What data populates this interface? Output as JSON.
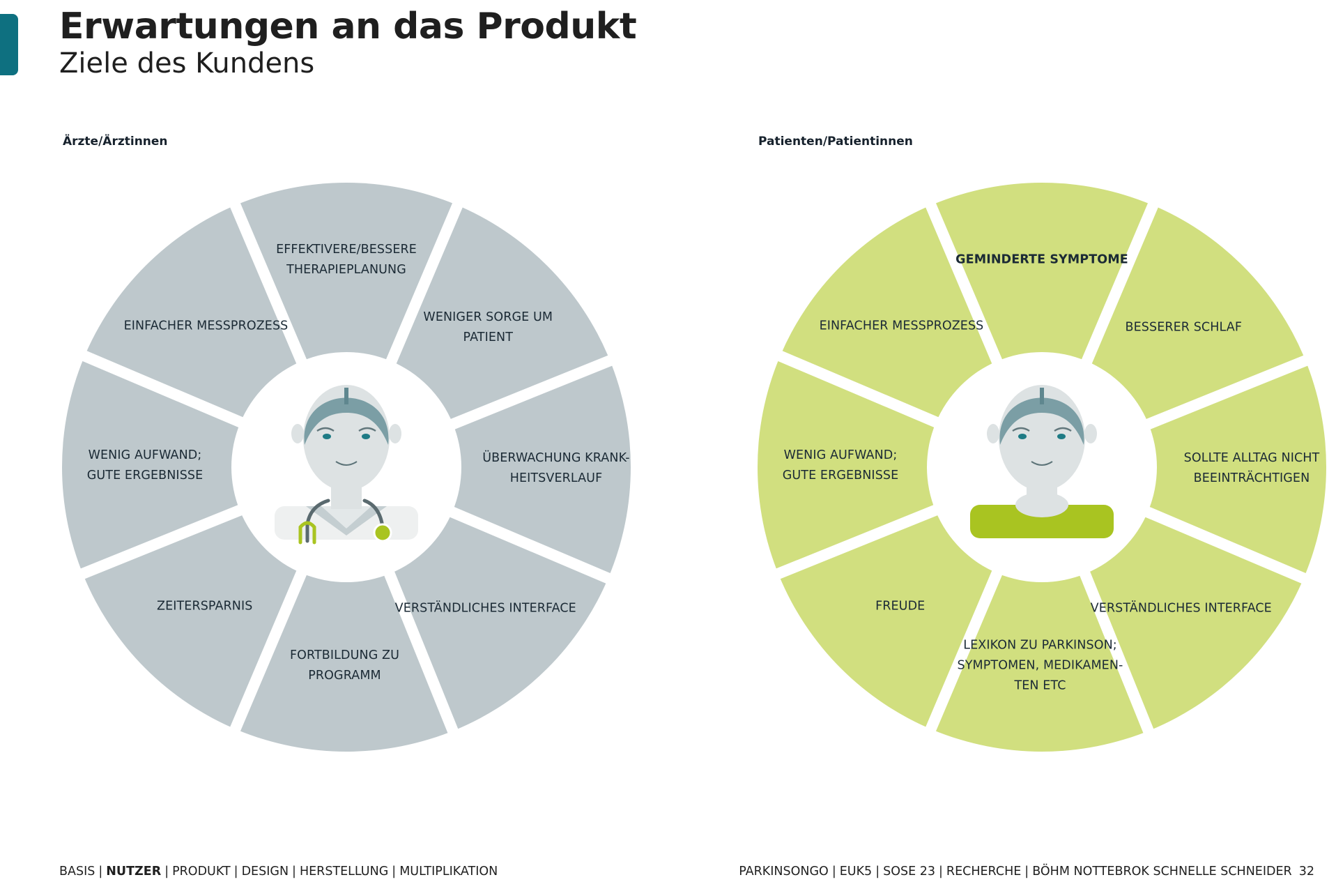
{
  "header": {
    "title": "Erwartungen an das Produkt",
    "subtitle": "Ziele des Kundens"
  },
  "colors": {
    "accent": "#0e7080",
    "doctor_wheel": "#bec8cc",
    "patient_wheel": "#d1df7f",
    "lime": "#a9c421"
  },
  "wheels": [
    {
      "group_label": "Ärzte/Ärztinnen",
      "avatar": "doctor-icon",
      "segments": [
        {
          "lines": [
            "Effektivere/bessere",
            "Therapieplanung"
          ]
        },
        {
          "lines": [
            "Weniger Sorge um",
            "Patient"
          ]
        },
        {
          "lines": [
            "Überwachung Krank-",
            "heitsverlauf"
          ]
        },
        {
          "lines": [
            "Verständliches Interface"
          ]
        },
        {
          "lines": [
            "Fortbildung zu",
            "Programm"
          ]
        },
        {
          "lines": [
            "Zeitersparnis"
          ]
        },
        {
          "lines": [
            "Wenig Aufwand;",
            "gute Ergebnisse"
          ]
        },
        {
          "lines": [
            "Einfacher Messprozess"
          ]
        }
      ]
    },
    {
      "group_label": "Patienten/Patientinnen",
      "avatar": "patient-icon",
      "segments": [
        {
          "lines": [
            "Geminderte Symptome"
          ],
          "emphasis": true
        },
        {
          "lines": [
            "Besserer Schlaf"
          ]
        },
        {
          "lines": [
            "Sollte Alltag nicht",
            "beeinträchtigen"
          ]
        },
        {
          "lines": [
            "Verständliches Interface"
          ]
        },
        {
          "lines": [
            "Lexikon zu Parkinson;",
            "Symptomen, Medikamen-",
            "ten etc"
          ]
        },
        {
          "lines": [
            "Freude"
          ]
        },
        {
          "lines": [
            "Wenig Aufwand;",
            "gute Ergebnisse"
          ]
        },
        {
          "lines": [
            "Einfacher Messprozess"
          ]
        }
      ]
    }
  ],
  "footer": {
    "nav": [
      "BASIS",
      "NUTZER",
      "PRODUKT",
      "DESIGN",
      "HERSTELLUNG",
      "MULTIPLIKATION"
    ],
    "active_nav": "NUTZER",
    "meta": [
      "PARKINSONGO",
      "EUK5",
      "SOSE 23",
      "RECHERCHE",
      "BÖHM NOTTEBROK SCHNELLE SCHNEIDER"
    ],
    "page_number": "32"
  }
}
